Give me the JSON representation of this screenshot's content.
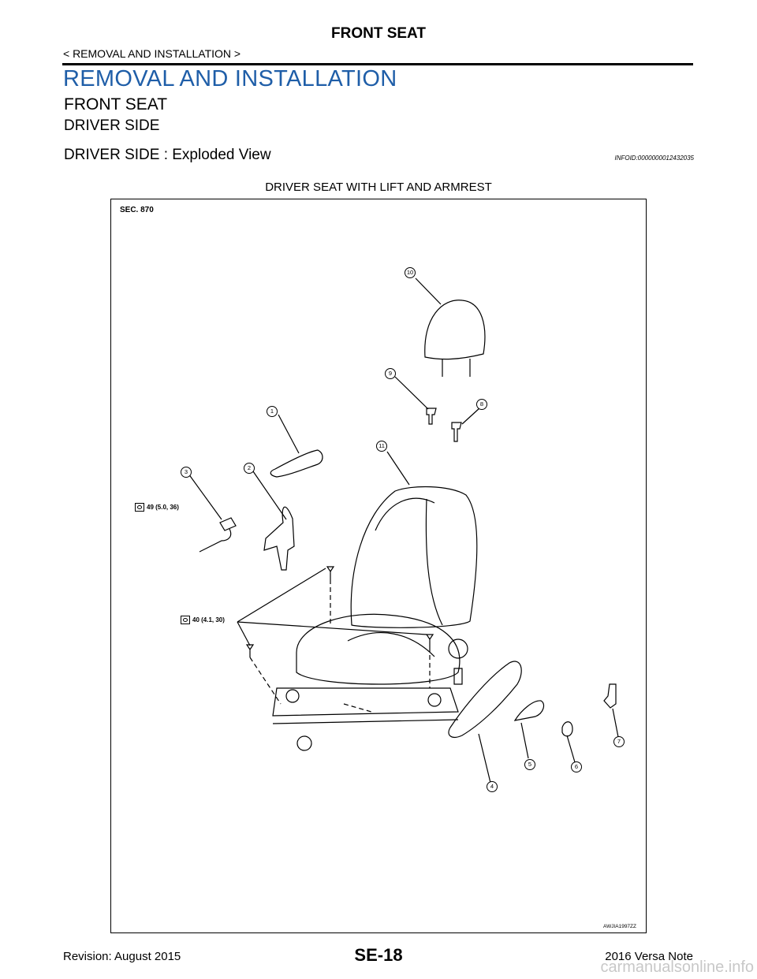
{
  "header": {
    "title": "FRONT SEAT",
    "breadcrumb": "< REMOVAL AND INSTALLATION >"
  },
  "section": {
    "h1": "REMOVAL AND INSTALLATION",
    "h2": "FRONT SEAT",
    "h3": "DRIVER SIDE",
    "h4": "DRIVER SIDE : Exploded View",
    "info_id": "INFOID:0000000012432035"
  },
  "figure": {
    "caption": "DRIVER SEAT WITH LIFT AND ARMREST",
    "sec_label": "SEC. 870",
    "code": "AWJIA1997ZZ",
    "torque_1": "49 (5.0, 36)",
    "torque_2": "40 (4.1, 30)",
    "callouts": [
      "1",
      "2",
      "3",
      "4",
      "5",
      "6",
      "7",
      "8",
      "9",
      "10",
      "11"
    ]
  },
  "footer": {
    "revision": "Revision: August 2015",
    "page": "SE-18",
    "model": "2016 Versa Note",
    "watermark": "carmanualsonline.info"
  }
}
